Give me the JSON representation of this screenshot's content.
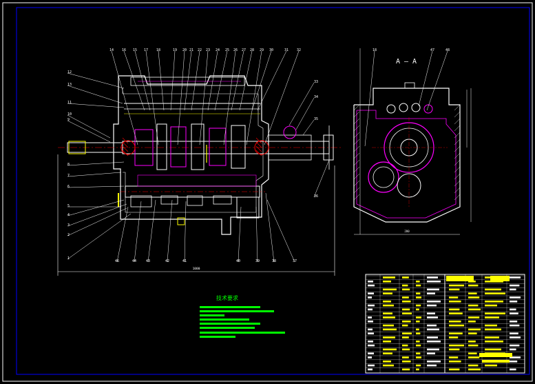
{
  "drawing": {
    "section_title": "A — A",
    "notes_title": "技术要求",
    "colors": {
      "background": "#000000",
      "outline": "#ffffff",
      "body": "#ffffff",
      "leader": "#ffffff",
      "label": "#ffffff",
      "dimension": "#ffff00",
      "gear": "#ff00ff",
      "bearing": "#ff0000",
      "notes": "#00ff00",
      "table": "#ffff00",
      "hatch": "#ff00ff",
      "shaft": "#ff0000"
    },
    "part_labels": {
      "top": [
        "14",
        "16",
        "15",
        "17",
        "18",
        "19",
        "20",
        "21",
        "22",
        "23",
        "24",
        "25",
        "26",
        "27",
        "28",
        "29",
        "30",
        "31",
        "32"
      ],
      "left": [
        "12",
        "13",
        "11",
        "10",
        "9",
        "8",
        "7",
        "6",
        "5",
        "4",
        "3",
        "2",
        "1"
      ],
      "bottom": [
        "46",
        "44",
        "43",
        "42",
        "41",
        "40",
        "39",
        "38",
        "37"
      ],
      "right": [
        "33",
        "34",
        "35",
        "36"
      ],
      "section": [
        "18",
        "47",
        "48"
      ]
    },
    "dimensions": {
      "overall_width": "1000",
      "section_width": "280"
    }
  }
}
